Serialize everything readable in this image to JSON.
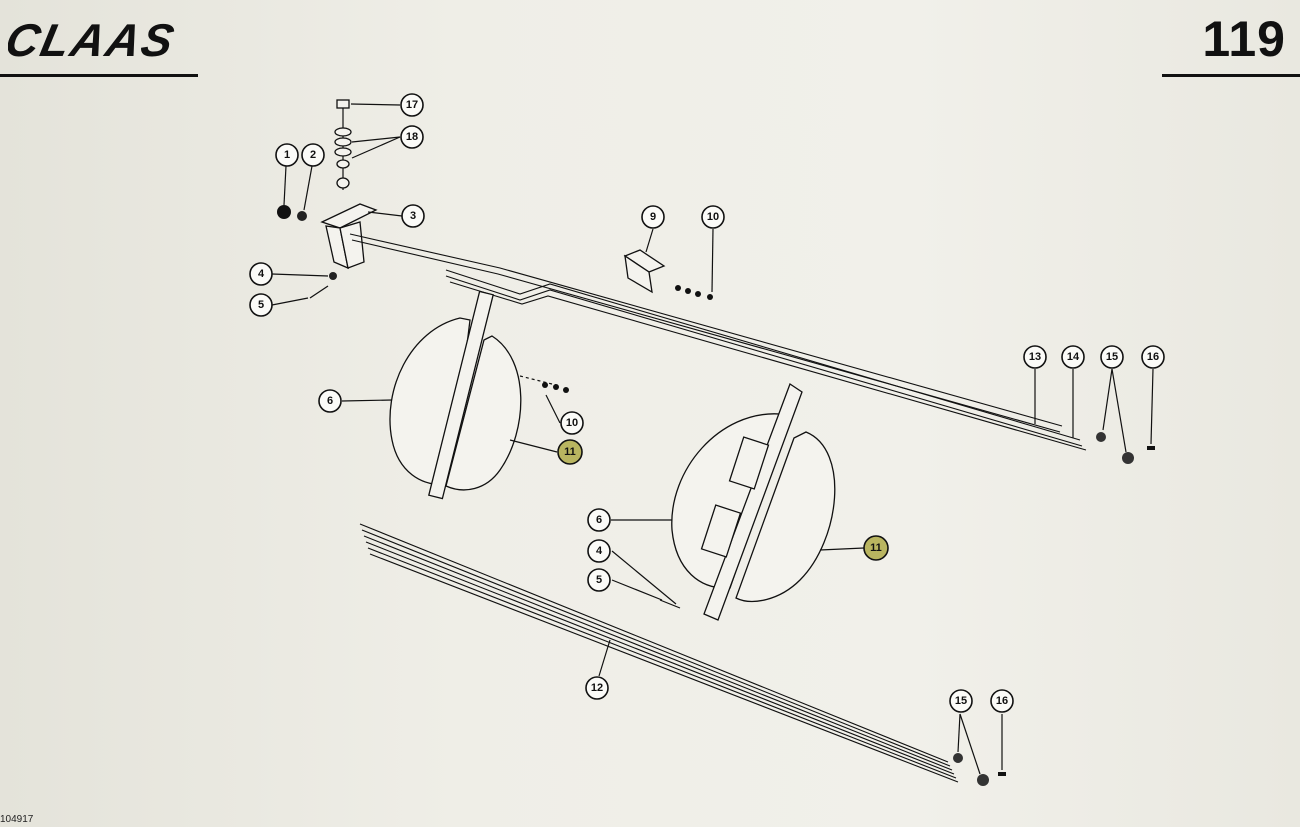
{
  "header": {
    "brand": "CLAAS",
    "page_number": "119"
  },
  "callouts": [
    {
      "id": "c1",
      "label": "1"
    },
    {
      "id": "c2",
      "label": "2"
    },
    {
      "id": "c3",
      "label": "3"
    },
    {
      "id": "c4a",
      "label": "4"
    },
    {
      "id": "c5a",
      "label": "5"
    },
    {
      "id": "c6a",
      "label": "6"
    },
    {
      "id": "c9",
      "label": "9"
    },
    {
      "id": "c10a",
      "label": "10"
    },
    {
      "id": "c10b",
      "label": "10"
    },
    {
      "id": "c11a",
      "label": "11",
      "highlighted": true
    },
    {
      "id": "c12",
      "label": "12"
    },
    {
      "id": "c13",
      "label": "13"
    },
    {
      "id": "c14",
      "label": "14"
    },
    {
      "id": "c15a",
      "label": "15"
    },
    {
      "id": "c16a",
      "label": "16"
    },
    {
      "id": "c17",
      "label": "17"
    },
    {
      "id": "c18",
      "label": "18"
    },
    {
      "id": "c6b",
      "label": "6"
    },
    {
      "id": "c4b",
      "label": "4"
    },
    {
      "id": "c5b",
      "label": "5"
    },
    {
      "id": "c11b",
      "label": "11",
      "highlighted": true
    },
    {
      "id": "c15b",
      "label": "15"
    },
    {
      "id": "c16b",
      "label": "16"
    }
  ],
  "footer": {
    "drawing_code": "104917"
  },
  "colors": {
    "highlight": "#b9b560",
    "ink": "#111111",
    "paper": "#efeee7"
  }
}
